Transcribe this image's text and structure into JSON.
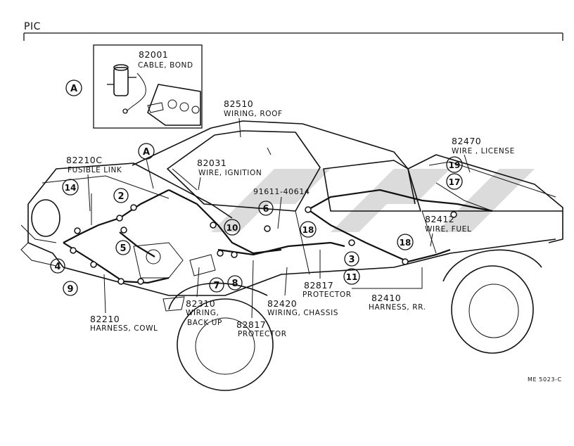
{
  "header": {
    "pic_label": "PIC"
  },
  "inset": {
    "callout_letter": "A",
    "part_number": "82001",
    "part_name": "CABLE, BOND"
  },
  "main_callout_letter": "A",
  "parts": [
    {
      "id": "roof",
      "number": "82510",
      "name": "WIRING, ROOF"
    },
    {
      "id": "fusible",
      "number": "82210C",
      "name": "FUSIBLE LINK"
    },
    {
      "id": "ignition",
      "number": "82031",
      "name": "WIRE, IGNITION"
    },
    {
      "id": "license",
      "number": "82470",
      "name": "WIRE , LICENSE"
    },
    {
      "id": "fuel",
      "number": "82412",
      "name": "WIRE, FUEL"
    },
    {
      "id": "protector1",
      "number": "82817",
      "name": "PROTECTOR"
    },
    {
      "id": "rr",
      "number": "82410",
      "name": "HARNESS, RR."
    },
    {
      "id": "chassis",
      "number": "82420",
      "name": "WIRING, CHASSIS"
    },
    {
      "id": "backup",
      "number": "82310",
      "name": "WIRING,",
      "name2": "BACK UP"
    },
    {
      "id": "protector2",
      "number": "82817",
      "name": "PROTECTOR"
    },
    {
      "id": "cowl",
      "number": "82210",
      "name": "HARNESS, COWL"
    }
  ],
  "clip_part_number": "91611-40614",
  "callout_numbers": [
    "2",
    "3",
    "4",
    "5",
    "6",
    "7",
    "8",
    "9",
    "10",
    "11",
    "14",
    "17",
    "18",
    "18",
    "19"
  ],
  "figure_code": "ME 5023-C",
  "colors": {
    "ink": "#111111",
    "paper": "#ffffff",
    "watermark": "#9a9a9a"
  }
}
